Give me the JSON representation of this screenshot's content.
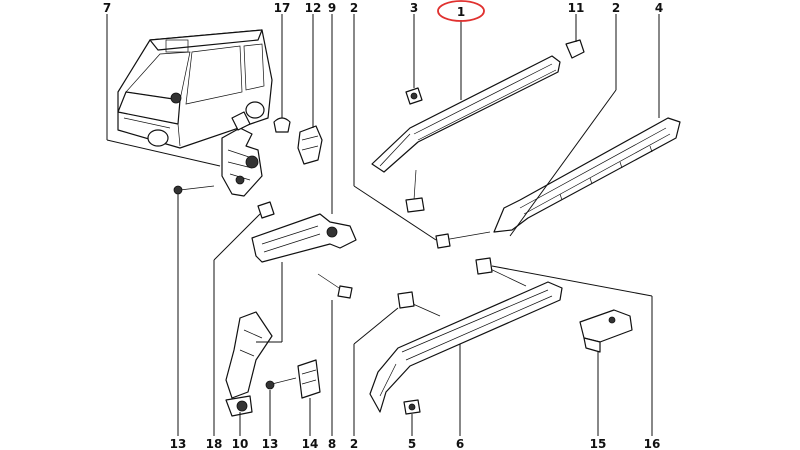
{
  "diagram": {
    "callouts": [
      {
        "id": "c7a",
        "label": "7"
      },
      {
        "id": "c17",
        "label": "17"
      },
      {
        "id": "c12",
        "label": "12"
      },
      {
        "id": "c2a",
        "label": "2"
      },
      {
        "id": "c3",
        "label": "3"
      },
      {
        "id": "c1",
        "label": "1"
      },
      {
        "id": "c11",
        "label": "11"
      },
      {
        "id": "c2b",
        "label": "2"
      },
      {
        "id": "c4",
        "label": "4"
      },
      {
        "id": "c9",
        "label": "9"
      },
      {
        "id": "c13a",
        "label": "13"
      },
      {
        "id": "c18",
        "label": "18"
      },
      {
        "id": "c10",
        "label": "10"
      },
      {
        "id": "c13b",
        "label": "13"
      },
      {
        "id": "c14",
        "label": "14"
      },
      {
        "id": "c8",
        "label": "8"
      },
      {
        "id": "c2c",
        "label": "2"
      },
      {
        "id": "c5",
        "label": "5"
      },
      {
        "id": "c6",
        "label": "6"
      },
      {
        "id": "c15",
        "label": "15"
      },
      {
        "id": "c16",
        "label": "16"
      }
    ],
    "highlighted_callout": "1",
    "colors": {
      "line": "#111111",
      "highlight": "#e0312f",
      "background": "#ffffff"
    }
  }
}
